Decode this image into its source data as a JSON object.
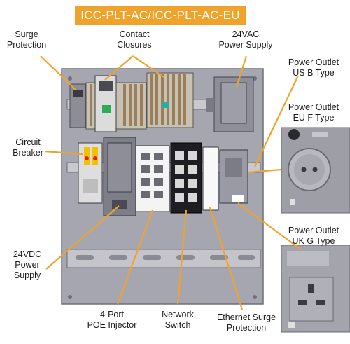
{
  "title": "ICC-PLT-AC/ICC-PLT-AC-EU",
  "colors": {
    "accent": "#f0a32a",
    "panel": "#a9a9b3",
    "leader": "#f0a32a"
  },
  "labels": {
    "surge_protection": "Surge\nProtection",
    "contact_closures": "Contact\nClosures",
    "power_supply_24vac": "24VAC\nPower Supply",
    "outlet_us_b": "Power Outlet\nUS B Type",
    "outlet_eu_f": "Power Outlet\nEU F Type",
    "circuit_breaker": "Circuit\nBreaker",
    "outlet_uk_g": "Power Outlet\nUK G Type",
    "power_supply_24vdc": "24VDC\nPower\nSupply",
    "poe_injector": "4-Port\nPOE Injector",
    "network_switch": "Network\nSwitch",
    "ethernet_surge": "Ethernet Surge\nProtection"
  }
}
